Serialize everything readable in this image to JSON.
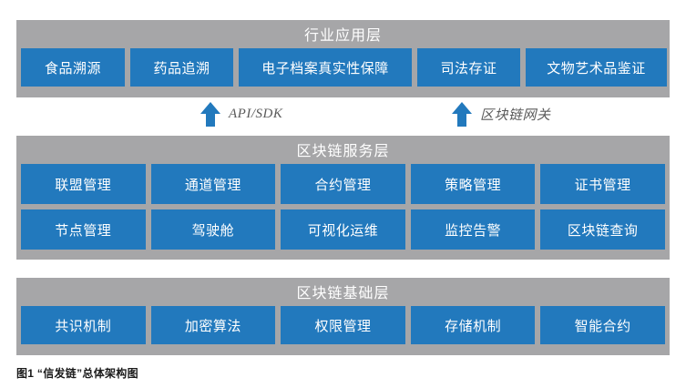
{
  "figure": {
    "caption": "图1 “信发链”总体架构图",
    "colors": {
      "panel_gray": "#a6a6a8",
      "cell_blue": "#2279bd",
      "title_text": "#ffffff",
      "cell_text": "#ffffff",
      "connector_label": "#5a5a5a",
      "caption_text": "#1a1a1a",
      "background": "#ffffff"
    }
  },
  "layers": [
    {
      "id": "application",
      "title": "行业应用层",
      "rows": [
        {
          "cells": [
            "食品溯源",
            "药品追溯",
            "电子档案真实性保障",
            "司法存证",
            "文物艺术品鉴证"
          ]
        }
      ]
    },
    {
      "id": "service",
      "title": "区块链服务层",
      "rows": [
        {
          "cells": [
            "联盟管理",
            "通道管理",
            "合约管理",
            "策略管理",
            "证书管理"
          ]
        },
        {
          "cells": [
            "节点管理",
            "驾驶舱",
            "可视化运维",
            "监控告警",
            "区块链查询"
          ]
        }
      ]
    },
    {
      "id": "base",
      "title": "区块链基础层",
      "rows": [
        {
          "cells": [
            "共识机制",
            "加密算法",
            "权限管理",
            "存储机制",
            "智能合约"
          ]
        }
      ]
    }
  ],
  "connectors": [
    {
      "id": "api-sdk",
      "icon": "arrow-up-icon",
      "label": "API/SDK"
    },
    {
      "id": "gateway",
      "icon": "arrow-up-icon",
      "label": "区块链网关"
    }
  ]
}
